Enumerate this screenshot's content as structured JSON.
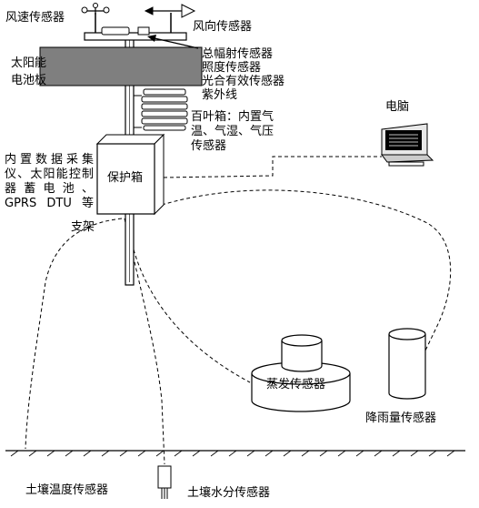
{
  "labels": {
    "wind_speed": "风速传感器",
    "wind_direction": "风向传感器",
    "solar_panel": [
      "太阳能",
      "电池板"
    ],
    "radiation_sensors": [
      "总幅射传感器",
      "照度传感器",
      "光合有效传感器",
      "紫外线"
    ],
    "louver_box": [
      "百叶箱：内置气",
      "温、气湿、气压",
      "传感器"
    ],
    "computer": "电脑",
    "protection_box": "保护箱",
    "builtin": [
      "内置数据采集",
      "仪、太阳能控制",
      "器 蓄 电 池 、",
      "GPRS DTU 等"
    ],
    "bracket": "支架",
    "evaporation": "蒸发传感器",
    "rainfall": "降雨量传感器",
    "soil_temperature": "土壤温度传感器",
    "soil_moisture": "土壤水分传感器"
  }
}
